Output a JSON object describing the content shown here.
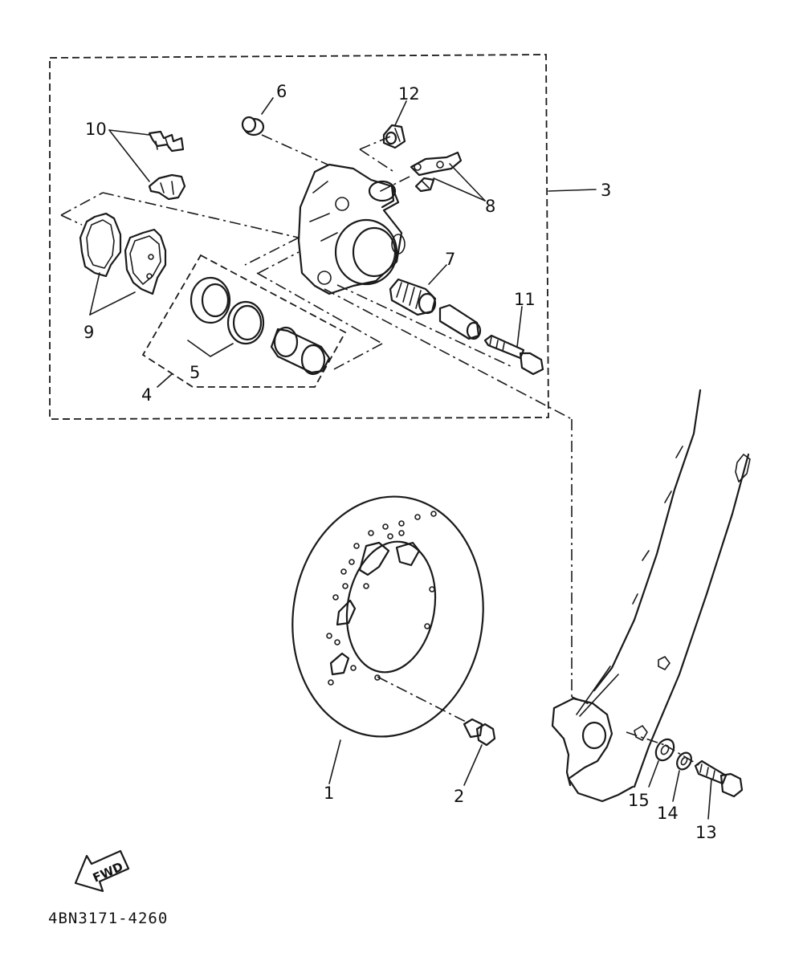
{
  "diagram": {
    "part_labels": [
      {
        "id": "1",
        "text": "1"
      },
      {
        "id": "2",
        "text": "2"
      },
      {
        "id": "3",
        "text": "3"
      },
      {
        "id": "4",
        "text": "4"
      },
      {
        "id": "5",
        "text": "5"
      },
      {
        "id": "6",
        "text": "6"
      },
      {
        "id": "7",
        "text": "7"
      },
      {
        "id": "8",
        "text": "8"
      },
      {
        "id": "9",
        "text": "9"
      },
      {
        "id": "10",
        "text": "10"
      },
      {
        "id": "11",
        "text": "11"
      },
      {
        "id": "12",
        "text": "12"
      },
      {
        "id": "13",
        "text": "13"
      },
      {
        "id": "14",
        "text": "14"
      },
      {
        "id": "15",
        "text": "15"
      }
    ],
    "fwd_label": "FWD",
    "drawing_code": "4BN3171-4260"
  }
}
